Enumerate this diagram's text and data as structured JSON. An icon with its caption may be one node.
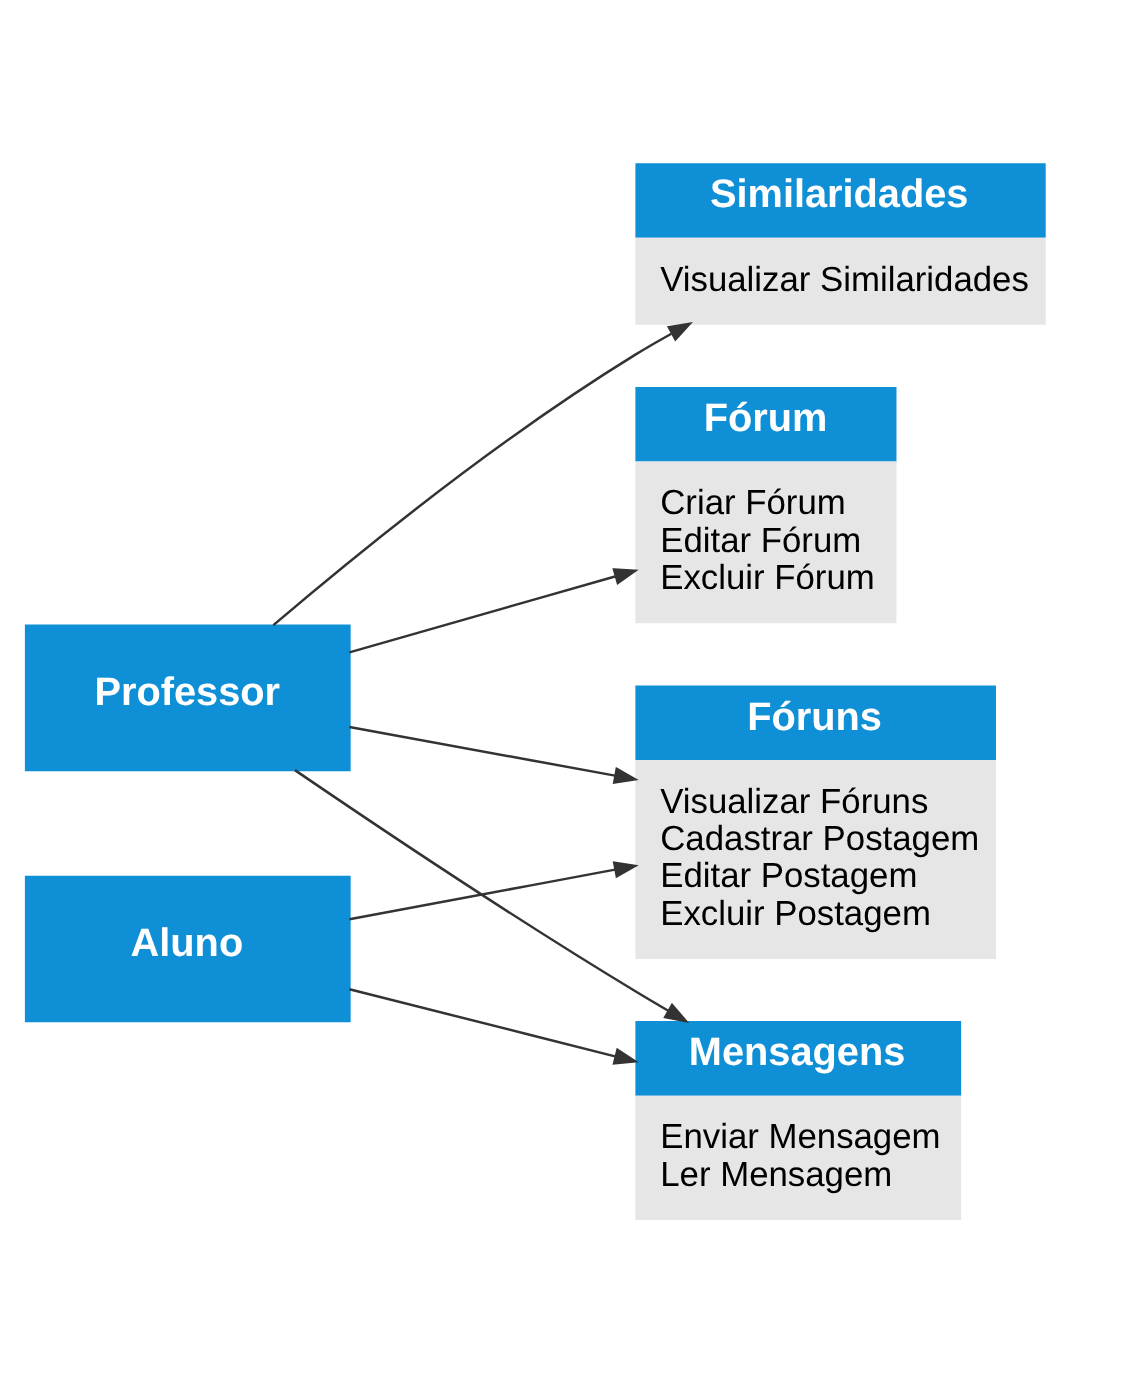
{
  "diagram": {
    "nodes": [
      {
        "text": [
          "Professor"
        ]
      },
      {
        "text": [
          "Aluno"
        ]
      },
      {
        "text": [
          "Similaridades",
          "Visualizar Similaridades"
        ]
      },
      {
        "text": [
          "Fórum",
          "Criar Fórum",
          "Editar Fórum",
          "Excluir Fórum"
        ]
      },
      {
        "text": [
          "Fóruns",
          "Visualizar Fóruns",
          "Cadastrar Postagem",
          "Editar Postagem",
          "Excluir Postagem"
        ]
      },
      {
        "text": [
          "Mensagens",
          "Enviar Mensagem",
          "Ler Mensagem"
        ]
      }
    ],
    "edges": [
      {
        "from": 0,
        "to": 2,
        "arrow": "to"
      },
      {
        "from": 0,
        "to": 3,
        "arrow": "to"
      },
      {
        "from": 0,
        "to": 4,
        "arrow": "to"
      },
      {
        "from": 0,
        "to": 5,
        "arrow": "to"
      },
      {
        "from": 1,
        "to": 4,
        "arrow": "to"
      },
      {
        "from": 1,
        "to": 5,
        "arrow": "to"
      }
    ]
  }
}
